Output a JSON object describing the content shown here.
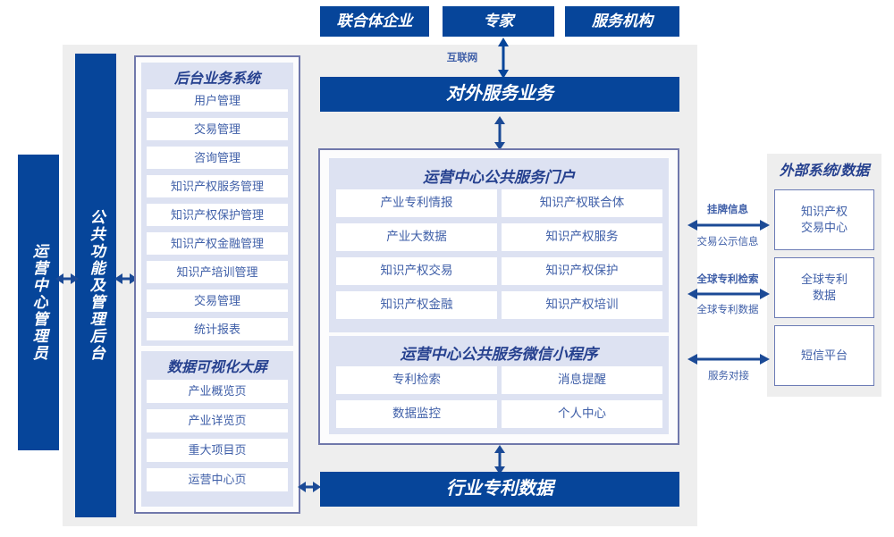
{
  "diagram": {
    "title_hidden": "",
    "colors": {
      "primary_blue": "#06459a",
      "panel_gray": "#eeeeee",
      "panel_lavender": "#dde2f2",
      "card_border": "#7078ab",
      "text_blue": "#3f5fa8",
      "title_blue": "#26418f"
    }
  },
  "top_actors": [
    {
      "label": "联合体企业"
    },
    {
      "label": "专家"
    },
    {
      "label": "服务机构"
    }
  ],
  "internet": {
    "label": "互联网"
  },
  "external_service": {
    "label": "对外服务业务"
  },
  "bottom_bar": {
    "label": "行业专利数据"
  },
  "left_columns": [
    {
      "label": "运营中心管理员"
    },
    {
      "label": "公共功能及管理后台"
    }
  ],
  "backend_system": {
    "title": "后台业务系统",
    "items": [
      {
        "label": "用户管理"
      },
      {
        "label": "交易管理"
      },
      {
        "label": "咨询管理"
      },
      {
        "label": "知识产权服务管理"
      },
      {
        "label": "知识产权保护管理"
      },
      {
        "label": "知识产权金融管理"
      },
      {
        "label": "知识产培训管理"
      },
      {
        "label": "交易管理"
      },
      {
        "label": "统计报表"
      }
    ]
  },
  "visualization_screen": {
    "title": "数据可视化大屏",
    "items": [
      {
        "label": "产业概览页"
      },
      {
        "label": "产业详览页"
      },
      {
        "label": "重大项目页"
      },
      {
        "label": "运营中心页"
      }
    ]
  },
  "service_portal": {
    "title": "运营中心公共服务门户",
    "items": [
      {
        "label": "产业专利情报"
      },
      {
        "label": "知识产权联合体"
      },
      {
        "label": "产业大数据"
      },
      {
        "label": "知识产权服务"
      },
      {
        "label": "知识产权交易"
      },
      {
        "label": "知识产权保护"
      },
      {
        "label": "知识产权金融"
      },
      {
        "label": "知识产权培训"
      }
    ]
  },
  "mini_program": {
    "title": "运营中心公共服务微信小程序",
    "items": [
      {
        "label": "专利检索"
      },
      {
        "label": "消息提醒"
      },
      {
        "label": "数据监控"
      },
      {
        "label": "个人中心"
      }
    ]
  },
  "external_systems": {
    "title": "外部系统/数据",
    "boxes": [
      {
        "label": "知识产权\n交易中心"
      },
      {
        "label": "全球专利\n数据"
      },
      {
        "label": "短信平台"
      }
    ],
    "connections": [
      {
        "above": "挂牌信息",
        "below": "交易公示信息"
      },
      {
        "above": "全球专利检索",
        "below": "全球专利数据"
      },
      {
        "above": "",
        "below": "服务对接"
      }
    ]
  }
}
